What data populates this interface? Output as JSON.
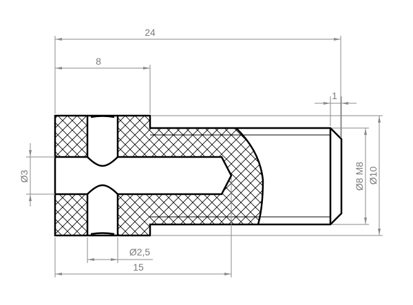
{
  "drawing": {
    "title": "Section view of threaded bushing",
    "colors": {
      "outline": "#000000",
      "dimension": "#8a8a8a",
      "hatch": "#000000"
    },
    "dimensions": {
      "overall_length": "24",
      "head_length": "8",
      "chamfer": "1",
      "bore_diameter": "Ø3",
      "cross_hole_diameter": "Ø2,5",
      "bore_depth": "15",
      "thread": "Ø8 M8",
      "outer_diameter": "Ø10"
    }
  }
}
